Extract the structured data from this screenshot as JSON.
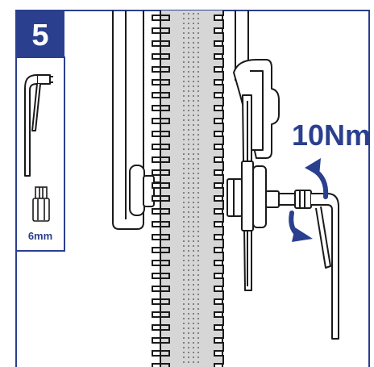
{
  "step": {
    "number": "5"
  },
  "tool": {
    "size_label": "6mm"
  },
  "torque": {
    "label": "10Nm"
  },
  "icons": {
    "tool": "allen-key-icon",
    "bit": "hex-bit-icon",
    "tighten": "tighten-arrow-icon",
    "loosen": "rotate-arrow-icon"
  },
  "colors": {
    "accent": "#2B3F8F",
    "stroke": "#1a1a1a",
    "belt": "#d6d6d6",
    "background": "#ffffff"
  }
}
